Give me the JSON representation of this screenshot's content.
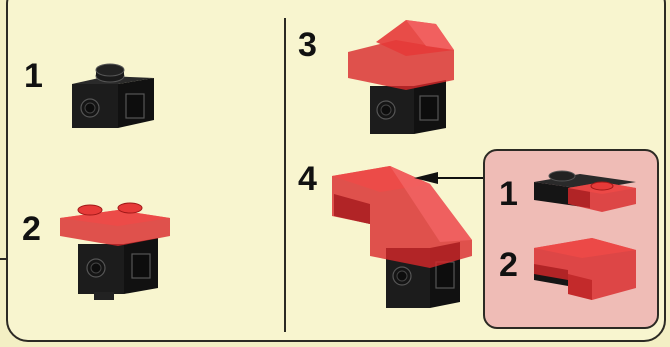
{
  "steps": {
    "s1": "1",
    "s2": "2",
    "s3": "3",
    "s4": "4"
  },
  "substeps": {
    "a": "1",
    "b": "2"
  },
  "colors": {
    "background": "#f8f5cf",
    "brick_black": "#1a1a1a",
    "brick_red_transparent": "#d8282a",
    "callout_fill": "#efbcb6"
  },
  "icons": [
    "black-brick-1x1-icon",
    "red-plate-icon",
    "red-slope-icon",
    "arrow-left-icon"
  ]
}
